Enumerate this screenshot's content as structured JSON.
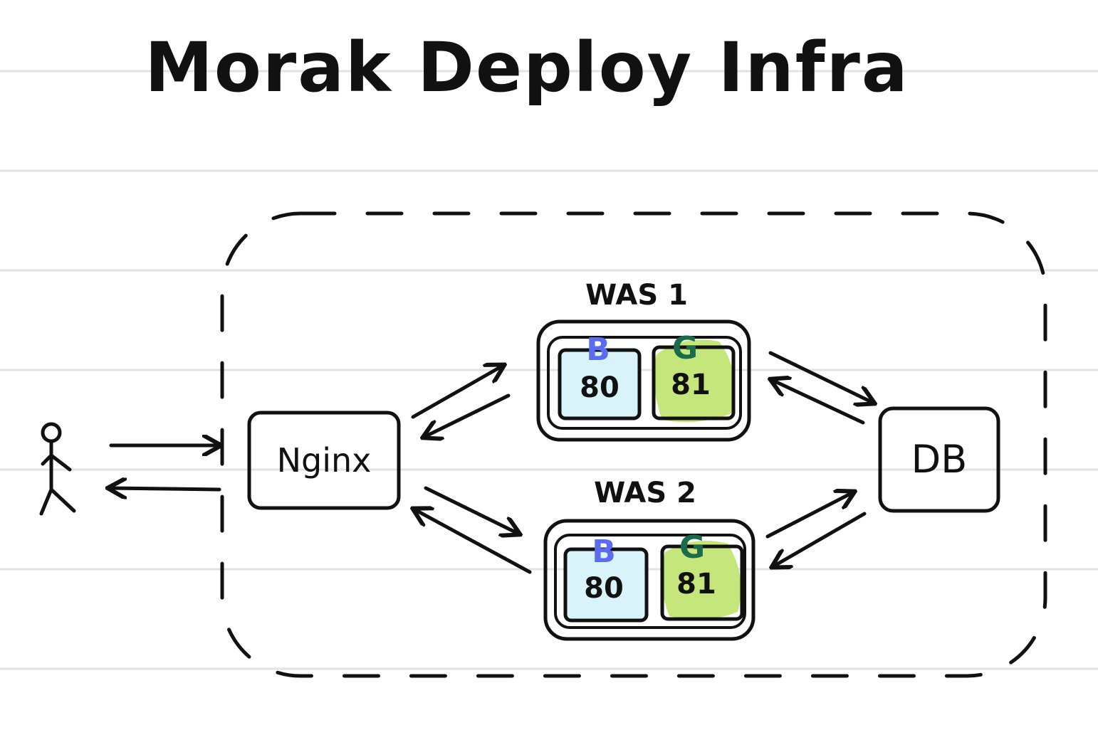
{
  "title": "Morak Deploy Infra",
  "nodes": {
    "nginx": "Nginx",
    "db": "DB",
    "was1": {
      "label": "WAS 1",
      "blue": {
        "letter": "B",
        "port": "80"
      },
      "green": {
        "letter": "G",
        "port": "81"
      }
    },
    "was2": {
      "label": "WAS 2",
      "blue": {
        "letter": "B",
        "port": "80"
      },
      "green": {
        "letter": "G",
        "port": "81"
      }
    }
  },
  "colors": {
    "blue_letter": "#5b6cf0",
    "green_letter": "#1a6b4a",
    "blue_fill": "#d9f3fb",
    "green_fill": "#c5e67a"
  }
}
